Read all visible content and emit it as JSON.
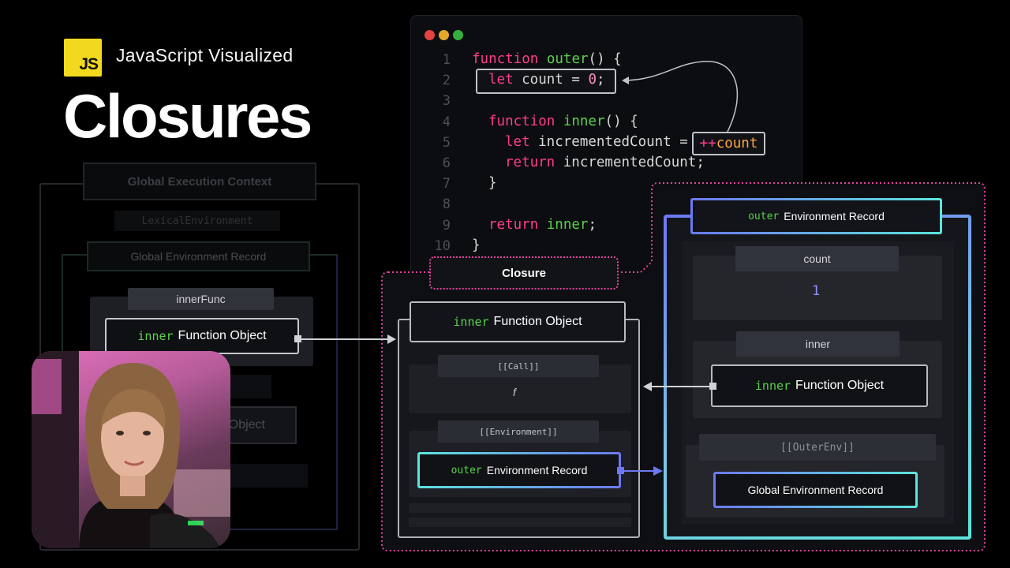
{
  "header": {
    "logo_text": "JS",
    "series": "JavaScript Visualized",
    "title": "Closures"
  },
  "faded": {
    "global_execution_context": "Global Execution Context",
    "lexical_environment": "LexicalEnvironment",
    "global_env_record": "Global Environment Record",
    "inner_func_label": "innerFunc",
    "inner_fn_keyword": "inner",
    "function_object": "Function Object",
    "object_fragment": "Object"
  },
  "editor": {
    "traffic_lights": [
      "#e2443f",
      "#e3a72a",
      "#34b13c"
    ],
    "line_numbers": [
      "1",
      "2",
      "3",
      "4",
      "5",
      "6",
      "7",
      "8",
      "9",
      "10"
    ],
    "lines": {
      "l1_kw": "function",
      "l1_fn": "outer",
      "l1_rest": "() {",
      "l2_kw": "let",
      "l2_mid": " count = ",
      "l2_num": "0",
      "l2_end": ";",
      "l4_kw": "function",
      "l4_fn": "inner",
      "l4_rest": "() {",
      "l5_kw": "let",
      "l5_rest": " incrementedCount = ",
      "l5_op": "++",
      "l5_var": "count",
      "l6_kw": "return",
      "l6_rest": " incrementedCount;",
      "l7": "}",
      "l9_kw": "return",
      "l9_fn": "inner",
      "l9_end": ";",
      "l10": "}"
    }
  },
  "closure": {
    "label": "Closure",
    "inner_keyword": "inner",
    "function_object": "Function Object",
    "call_slot": "[[Call]]",
    "call_value": "f",
    "environment_slot": "[[Environment]]",
    "env_keyword": "outer",
    "env_record": "Environment Record"
  },
  "outer_env": {
    "header_keyword": "outer",
    "header_label": "Environment Record",
    "count_label": "count",
    "count_value": "1",
    "inner_label": "inner",
    "inner_keyword": "inner",
    "inner_object": "Function Object",
    "outer_env_slot": "[[OuterEnv]]",
    "global_record": "Global Environment Record"
  },
  "colors": {
    "keyword": "#ff3d8b",
    "function_name": "#59d24b",
    "number": "#ff8ec1",
    "increment_var": "#ffa63d",
    "closure_border": "#e0449b",
    "env_blue": "#6c78f0",
    "env_teal": "#5de5dc",
    "js_yellow": "#f3d91e"
  }
}
